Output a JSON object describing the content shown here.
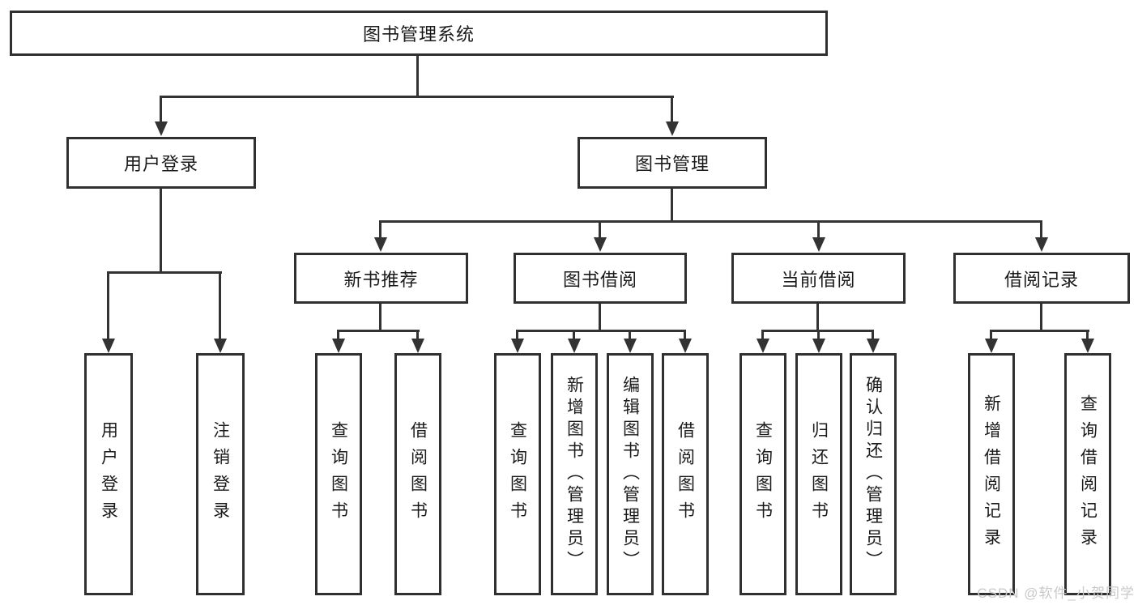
{
  "colors": {
    "stroke": "#333333",
    "text": "#1a1a1a",
    "background": "#ffffff",
    "watermark": "#c9c9c9"
  },
  "watermark": {
    "text": "CSDN @软件_小贺同学"
  },
  "tree": {
    "root": {
      "label": "图书管理系统"
    },
    "branches": [
      {
        "label": "用户登录",
        "children": [
          {
            "label": "用户登录"
          },
          {
            "label": "注销登录"
          }
        ]
      },
      {
        "label": "图书管理",
        "children": [
          {
            "label": "新书推荐",
            "children": [
              {
                "label": "查询图书"
              },
              {
                "label": "借阅图书"
              }
            ]
          },
          {
            "label": "图书借阅",
            "children": [
              {
                "label": "查询图书"
              },
              {
                "label": "新增图书（管理员）"
              },
              {
                "label": "编辑图书（管理员）"
              },
              {
                "label": "借阅图书"
              }
            ]
          },
          {
            "label": "当前借阅",
            "children": [
              {
                "label": "查询图书"
              },
              {
                "label": "归还图书"
              },
              {
                "label": "确认归还（管理员）"
              }
            ]
          },
          {
            "label": "借阅记录",
            "children": [
              {
                "label": "新增借阅记录"
              },
              {
                "label": "查询借阅记录"
              }
            ]
          }
        ]
      }
    ]
  }
}
